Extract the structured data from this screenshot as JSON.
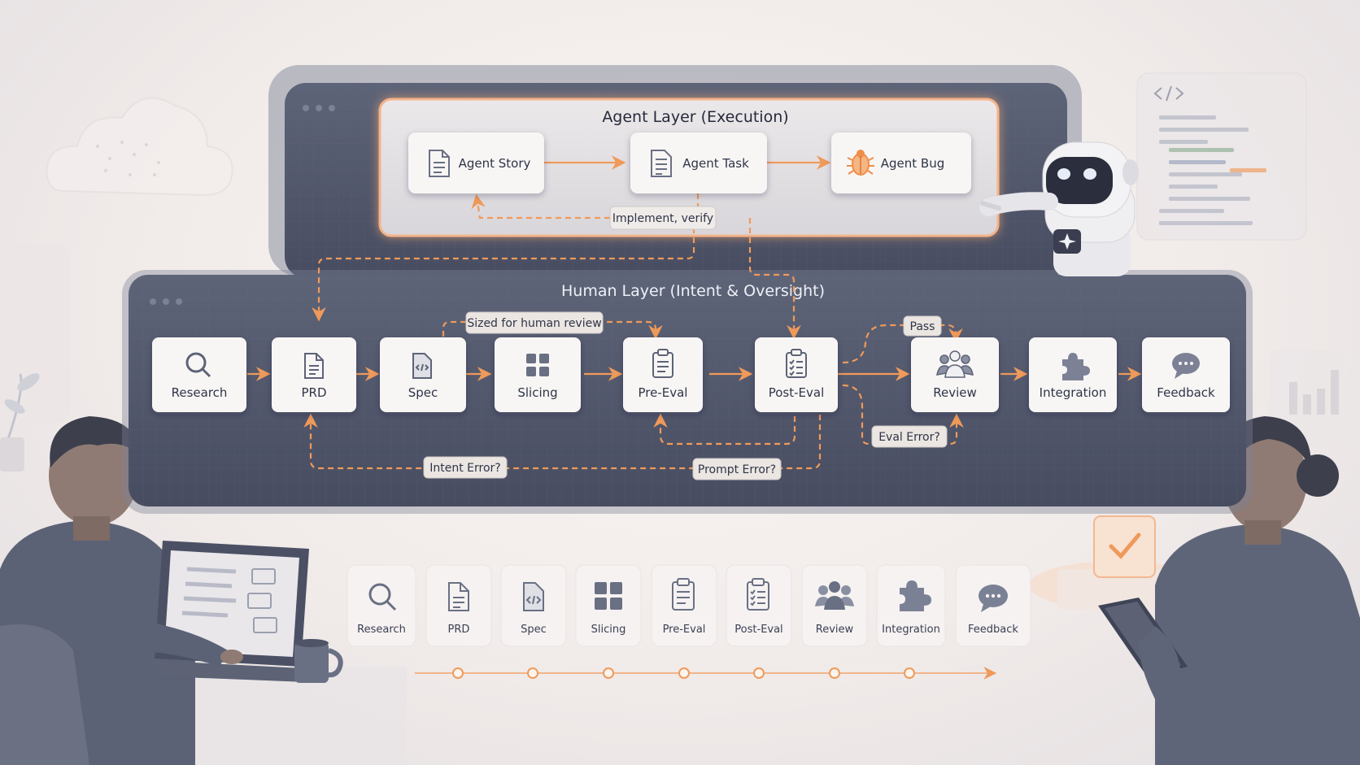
{
  "agent_layer": {
    "title": "Agent Layer (Execution)",
    "nodes": [
      {
        "id": "agent-story",
        "label": "Agent Story",
        "icon": "document-icon"
      },
      {
        "id": "agent-task",
        "label": "Agent Task",
        "icon": "list-document-icon"
      },
      {
        "id": "agent-bug",
        "label": "Agent Bug",
        "icon": "bug-icon"
      }
    ],
    "loop_label": "Implement, verify"
  },
  "human_layer": {
    "title": "Human Layer (Intent & Oversight)",
    "nodes": [
      {
        "id": "research",
        "label": "Research",
        "icon": "search-icon"
      },
      {
        "id": "prd",
        "label": "PRD",
        "icon": "document-icon"
      },
      {
        "id": "spec",
        "label": "Spec",
        "icon": "code-document-icon"
      },
      {
        "id": "slicing",
        "label": "Slicing",
        "icon": "grid-icon"
      },
      {
        "id": "pre-eval",
        "label": "Pre-Eval",
        "icon": "clipboard-icon"
      },
      {
        "id": "post-eval",
        "label": "Post-Eval",
        "icon": "checklist-icon"
      },
      {
        "id": "review",
        "label": "Review",
        "icon": "people-icon"
      },
      {
        "id": "integration",
        "label": "Integration",
        "icon": "puzzle-icon"
      },
      {
        "id": "feedback",
        "label": "Feedback",
        "icon": "chat-bubble-icon"
      }
    ],
    "tags": {
      "sized": "Sized for human review",
      "pass": "Pass",
      "eval_error": "Eval Error?",
      "intent_error": "Intent Error?",
      "prompt_error": "Prompt Error?"
    }
  },
  "timeline": {
    "items": [
      {
        "label": "Research",
        "icon": "search-icon"
      },
      {
        "label": "PRD",
        "icon": "document-icon"
      },
      {
        "label": "Spec",
        "icon": "code-document-icon"
      },
      {
        "label": "Slicing",
        "icon": "grid-icon"
      },
      {
        "label": "Pre-Eval",
        "icon": "clipboard-icon"
      },
      {
        "label": "Post-Eval",
        "icon": "checklist-icon"
      },
      {
        "label": "Review",
        "icon": "people-icon"
      },
      {
        "label": "Integration",
        "icon": "puzzle-icon"
      },
      {
        "label": "Feedback",
        "icon": "chat-bubble-icon"
      }
    ]
  },
  "colors": {
    "accent": "#ef9a5a",
    "panel_dark": "#4b5166",
    "panel_mid": "#5b6175",
    "node_bg": "#f7f5f4",
    "icon": "#6a7083",
    "tag_bg": "#e9e3df"
  }
}
